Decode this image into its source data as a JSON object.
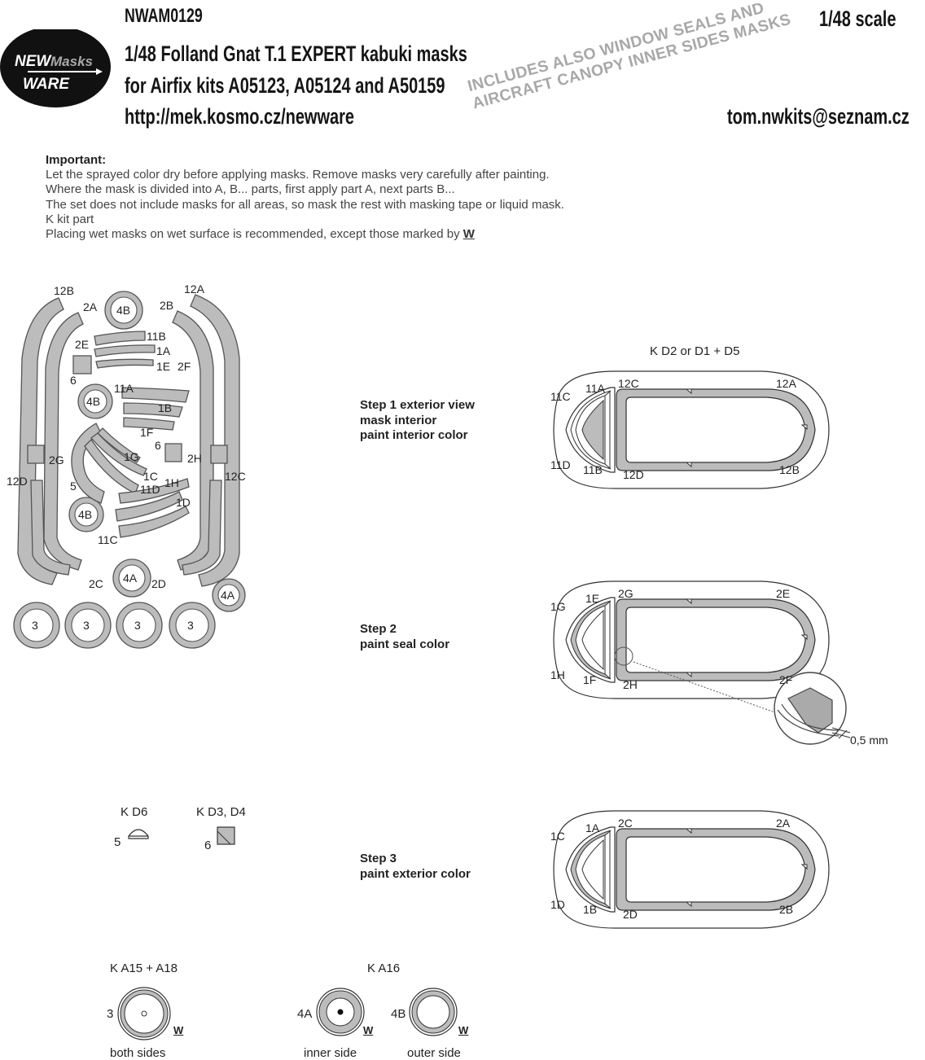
{
  "header": {
    "code": "NWAM0129",
    "title_line1": "1/48 Folland Gnat T.1 EXPERT kabuki masks",
    "title_line2": "for Airfix kits A05123, A05124 and A50159",
    "url": "http://mek.kosmo.cz/newware",
    "email": "tom.nwkits@seznam.cz",
    "scale": "1/48 scale",
    "stamp_line1": "INCLUDES ALSO WINDOW SEALS AND",
    "stamp_line2": "AIRCRAFT CANOPY INNER SIDES MASKS",
    "logo_line1": "NEW",
    "logo_line1b": "Masks",
    "logo_line2": "WARE"
  },
  "notes": {
    "heading": "Important:",
    "line1": "Let the sprayed color dry before applying masks. Remove masks very carefully after painting.",
    "line2": "Where the mask is divided into A, B... parts, first apply part A, next parts B...",
    "line3": "The set does not include masks for all areas, so mask the rest with masking tape or liquid mask.",
    "line4": "K kit part",
    "line5": "Placing wet masks on wet surface is recommended, except those marked by",
    "dry_mark": "W"
  },
  "sheet": {
    "labels": [
      "12B",
      "2A",
      "4B",
      "2B",
      "12A",
      "11B",
      "2E",
      "1A",
      "1E",
      "2F",
      "6",
      "11A",
      "4B",
      "1B",
      "1F",
      "6",
      "1G",
      "2G",
      "2H",
      "5",
      "1C",
      "1H",
      "11D",
      "12D",
      "12C",
      "1D",
      "4B",
      "11C",
      "2C",
      "4A",
      "2D",
      "4A",
      "3",
      "3",
      "3",
      "3"
    ]
  },
  "diagrams": {
    "kit_part_top": "K D2 or D1 + D5",
    "step1": {
      "line1": "Step 1 exterior view",
      "line2": "mask interior",
      "line3": "paint interior color",
      "labels": [
        "11C",
        "11A",
        "12C",
        "12A",
        "11D",
        "11B",
        "12D",
        "12B"
      ]
    },
    "step2": {
      "line1": "Step 2",
      "line2": "paint seal color",
      "labels": [
        "1G",
        "1E",
        "2G",
        "2E",
        "1H",
        "1F",
        "2H",
        "2F"
      ],
      "detail_dim": "0,5 mm"
    },
    "step3": {
      "line1": "Step 3",
      "line2": "paint exterior color",
      "labels": [
        "1C",
        "1A",
        "2C",
        "2A",
        "1D",
        "1B",
        "2D",
        "2B"
      ]
    }
  },
  "parts": {
    "kd6": "K D6",
    "kd6_num": "5",
    "kd34": "K D3, D4",
    "kd34_num": "6",
    "ka15": "K A15 + A18",
    "ka15_num": "3",
    "ka15_side": "both sides",
    "ka16": "K A16",
    "ka16_num_inner": "4A",
    "ka16_side_inner": "inner side",
    "ka16_num_outer": "4B",
    "ka16_side_outer": "outer side",
    "w_mark": "W"
  }
}
